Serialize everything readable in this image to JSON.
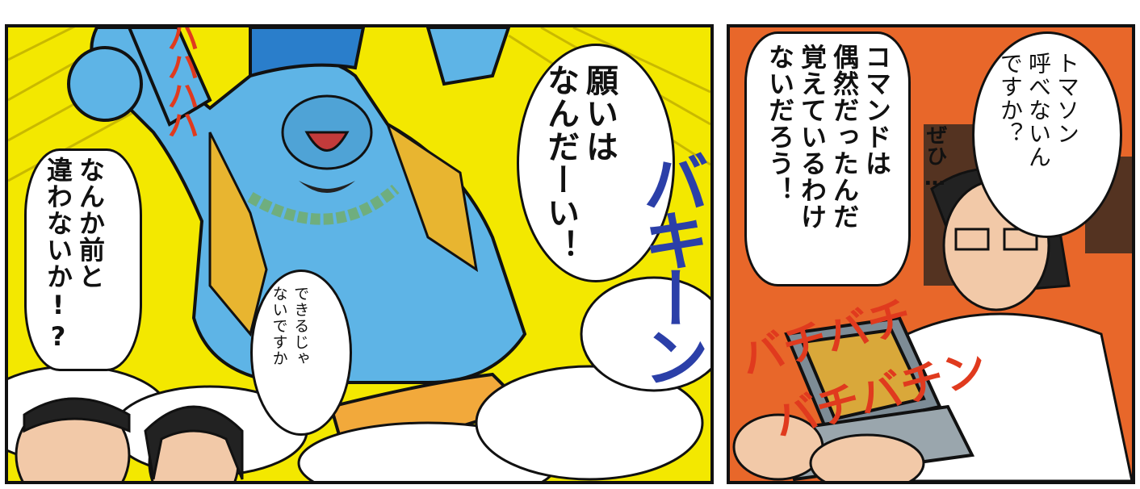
{
  "panels": {
    "left": {
      "genie_speech": "願いは\nなんだーい！",
      "man_speech": "なんか前と\n違わないか!?",
      "woman_speech": "できるじゃ\nないですか",
      "laugh_sfx": "ハハハハ",
      "bakin_sfx": "バキーン"
    },
    "right": {
      "woman_speech": "トマソン\n呼べないん\nですか？",
      "man_speech": "コマンドは\n偶然だったんだ\n覚えているわけ\nないだろう！",
      "zehi_sfx": "ぜひ…",
      "bachi_sfx_1": "バチバチ",
      "bachi_sfx_2": "バチバチン"
    }
  },
  "colors": {
    "panel_left_bg": "#f3e800",
    "panel_right_bg": "#e8672a",
    "genie_blue": "#5eb4e6",
    "sfx_red": "#e03a1e",
    "sfx_blue": "#2b3fa8"
  }
}
